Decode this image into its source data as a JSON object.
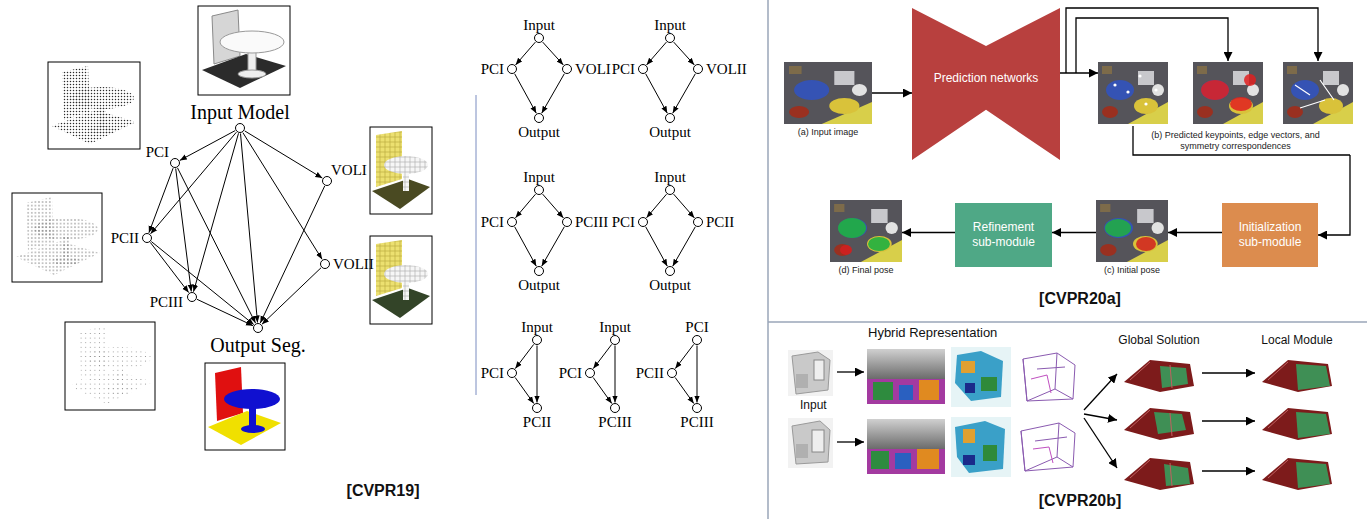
{
  "diagram": {
    "nodes": [
      {
        "text": [
          "Input Model"
        ]
      },
      {
        "text": [
          "PCI"
        ]
      },
      {
        "text": [
          "VOLI"
        ]
      },
      {
        "text": [
          "PCII"
        ]
      },
      {
        "text": [
          "VOLII"
        ]
      },
      {
        "text": [
          "PCIII"
        ]
      },
      {
        "text": [
          "Output Seg."
        ]
      },
      {
        "text": [
          "Input"
        ]
      },
      {
        "text": [
          "PCI"
        ]
      },
      {
        "text": [
          "VOLI"
        ]
      },
      {
        "text": [
          "Output"
        ]
      },
      {
        "text": [
          "Input"
        ]
      },
      {
        "text": [
          "PCI"
        ]
      },
      {
        "text": [
          "VOLII"
        ]
      },
      {
        "text": [
          "Output"
        ]
      },
      {
        "text": [
          "Input"
        ]
      },
      {
        "text": [
          "PCI"
        ]
      },
      {
        "text": [
          "PCIII"
        ]
      },
      {
        "text": [
          "Output"
        ]
      },
      {
        "text": [
          "Input"
        ]
      },
      {
        "text": [
          "PCI"
        ]
      },
      {
        "text": [
          "PCII"
        ]
      },
      {
        "text": [
          "Output"
        ]
      },
      {
        "text": [
          "Input"
        ]
      },
      {
        "text": [
          "PCI"
        ]
      },
      {
        "text": [
          "PCII"
        ]
      },
      {
        "text": [
          "Input"
        ]
      },
      {
        "text": [
          "PCI"
        ]
      },
      {
        "text": [
          "PCIII"
        ]
      },
      {
        "text": [
          "PCI"
        ]
      },
      {
        "text": [
          "PCII"
        ]
      },
      {
        "text": [
          "PCIII"
        ]
      },
      {
        "text": [
          "(a) Input image"
        ]
      },
      {
        "text": [
          "Prediction networks"
        ]
      },
      {
        "text": [
          "(b) Predicted keypoints, edge vectors, and symmetry correspondences"
        ]
      },
      {
        "text": [
          "Initialization sub-module"
        ]
      },
      {
        "text": [
          "(c) Initial pose"
        ]
      },
      {
        "text": [
          "Refinement sub-module"
        ]
      },
      {
        "text": [
          "(d) Final pose"
        ]
      }
    ],
    "edges": [
      {
        "from": 0,
        "to": 1,
        "arrow": "to"
      },
      {
        "from": 0,
        "to": 2,
        "arrow": "to"
      },
      {
        "from": 0,
        "to": 3,
        "arrow": "to"
      },
      {
        "from": 0,
        "to": 4,
        "arrow": "to"
      },
      {
        "from": 0,
        "to": 5,
        "arrow": "to"
      },
      {
        "from": 0,
        "to": 6,
        "arrow": "to"
      },
      {
        "from": 1,
        "to": 3,
        "arrow": "to"
      },
      {
        "from": 1,
        "to": 5,
        "arrow": "to"
      },
      {
        "from": 1,
        "to": 6,
        "arrow": "to"
      },
      {
        "from": 2,
        "to": 6,
        "arrow": "to"
      },
      {
        "from": 3,
        "to": 5,
        "arrow": "to"
      },
      {
        "from": 3,
        "to": 6,
        "arrow": "to"
      },
      {
        "from": 4,
        "to": 6,
        "arrow": "to"
      },
      {
        "from": 5,
        "to": 6,
        "arrow": "to"
      },
      {
        "from": 7,
        "to": 8,
        "arrow": "to"
      },
      {
        "from": 7,
        "to": 9,
        "arrow": "to"
      },
      {
        "from": 8,
        "to": 10,
        "arrow": "to"
      },
      {
        "from": 9,
        "to": 10,
        "arrow": "to"
      },
      {
        "from": 11,
        "to": 12,
        "arrow": "to"
      },
      {
        "from": 11,
        "to": 13,
        "arrow": "to"
      },
      {
        "from": 12,
        "to": 14,
        "arrow": "to"
      },
      {
        "from": 13,
        "to": 14,
        "arrow": "to"
      },
      {
        "from": 15,
        "to": 16,
        "arrow": "to"
      },
      {
        "from": 15,
        "to": 17,
        "arrow": "to"
      },
      {
        "from": 16,
        "to": 18,
        "arrow": "to"
      },
      {
        "from": 17,
        "to": 18,
        "arrow": "to"
      },
      {
        "from": 19,
        "to": 20,
        "arrow": "to"
      },
      {
        "from": 19,
        "to": 21,
        "arrow": "to"
      },
      {
        "from": 20,
        "to": 22,
        "arrow": "to"
      },
      {
        "from": 21,
        "to": 22,
        "arrow": "to"
      },
      {
        "from": 23,
        "to": 24,
        "arrow": "to"
      },
      {
        "from": 23,
        "to": 25,
        "arrow": "to"
      },
      {
        "from": 24,
        "to": 25,
        "arrow": "to"
      },
      {
        "from": 26,
        "to": 27,
        "arrow": "to"
      },
      {
        "from": 26,
        "to": 28,
        "arrow": "to"
      },
      {
        "from": 27,
        "to": 28,
        "arrow": "to"
      },
      {
        "from": 29,
        "to": 30,
        "arrow": "to"
      },
      {
        "from": 29,
        "to": 31,
        "arrow": "to"
      },
      {
        "from": 30,
        "to": 31,
        "arrow": "to"
      },
      {
        "from": 32,
        "to": 33,
        "arrow": "to"
      },
      {
        "from": 33,
        "to": 34,
        "arrow": "to"
      },
      {
        "from": 34,
        "to": 35,
        "arrow": "to"
      },
      {
        "from": 35,
        "to": 36,
        "arrow": "to"
      },
      {
        "from": 36,
        "to": 37,
        "arrow": "to"
      },
      {
        "from": 37,
        "to": 38,
        "arrow": "to"
      }
    ],
    "labels": [
      "[CVPR19]",
      "[CVPR20a]",
      "Hybrid Representation",
      "Global Solution",
      "Local Module",
      "Input",
      "[CVPR20b]"
    ]
  }
}
